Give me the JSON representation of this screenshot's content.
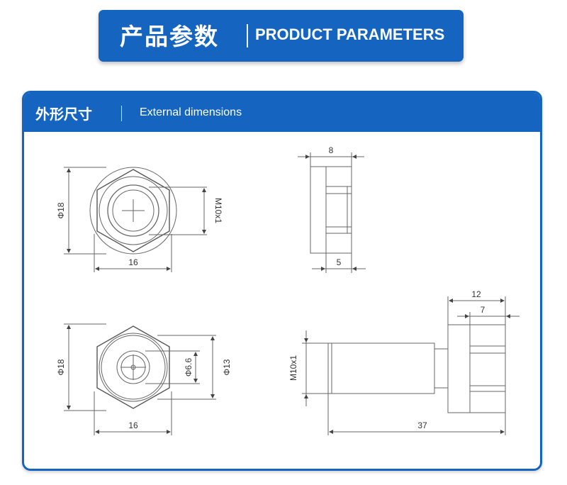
{
  "banner": {
    "title_cn": "产品参数",
    "title_en": "PRODUCT PARAMETERS"
  },
  "section": {
    "title_cn": "外形尺寸",
    "title_en": "External dimensions"
  },
  "dimensions": {
    "front_top_diameter": "Φ18",
    "front_top_thread": "M10x1",
    "front_top_width": "16",
    "side_top_length": "8",
    "side_top_inner": "5",
    "front_bottom_diameter": "Φ18",
    "front_bottom_bore": "Φ6.6",
    "front_bottom_outer": "Φ13",
    "front_bottom_width": "16",
    "side_bottom_head": "12",
    "side_bottom_head_inner": "7",
    "side_bottom_thread": "M10x1",
    "side_bottom_length": "37"
  },
  "colors": {
    "brand_blue": "#1565c0",
    "line": "#555555"
  }
}
